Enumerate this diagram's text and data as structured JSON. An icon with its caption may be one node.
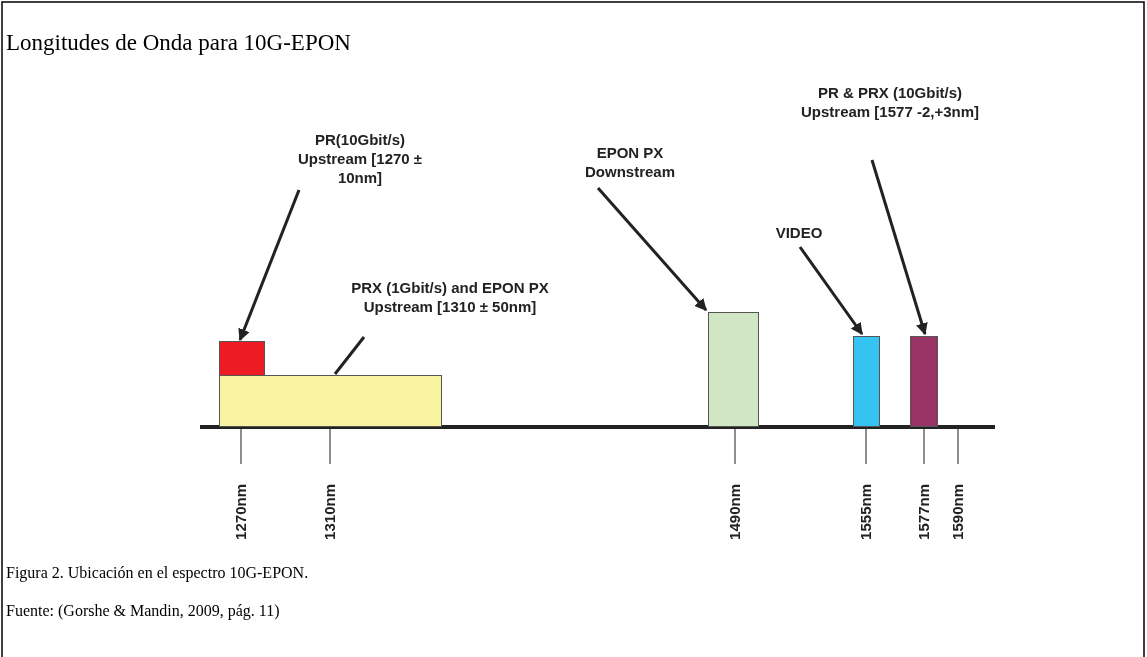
{
  "diagram": {
    "title": "Longitudes de Onda para 10G-EPON",
    "caption": "Figura 2. Ubicación en el espectro 10G-EPON.",
    "nodes": [
      {
        "text": [
          "PR(10Gbit/s) Upstream [1270 ± 10nm]"
        ]
      },
      {
        "text": [],
        "shape": "bar"
      },
      {
        "text": [
          "PRX (1Gbit/s) and EPON PX Upstream [1310 ± 50nm]"
        ]
      },
      {
        "text": [],
        "shape": "bar"
      },
      {
        "text": [
          "EPON PX Downstream"
        ]
      },
      {
        "text": [],
        "shape": "bar"
      },
      {
        "text": [
          "VIDEO"
        ]
      },
      {
        "text": [],
        "shape": "bar"
      },
      {
        "text": [
          "PR & PRX (10Gbit/s) Upstream [1577 -2,+3nm]"
        ]
      },
      {
        "text": [],
        "shape": "bar"
      }
    ],
    "edges": [
      {
        "from": 0,
        "to": 1,
        "arrow": "to"
      },
      {
        "from": 2,
        "to": 3,
        "arrow": "none"
      },
      {
        "from": 4,
        "to": 5,
        "arrow": "to"
      },
      {
        "from": 6,
        "to": 7,
        "arrow": "to"
      },
      {
        "from": 8,
        "to": 9,
        "arrow": "to"
      }
    ],
    "labels": [
      "1270nm",
      "1310nm",
      "1490nm",
      "1555nm",
      "1577nm",
      "1590nm",
      "Fuente: (Gorshe & Mandin, 2009, pág. 11)"
    ]
  }
}
